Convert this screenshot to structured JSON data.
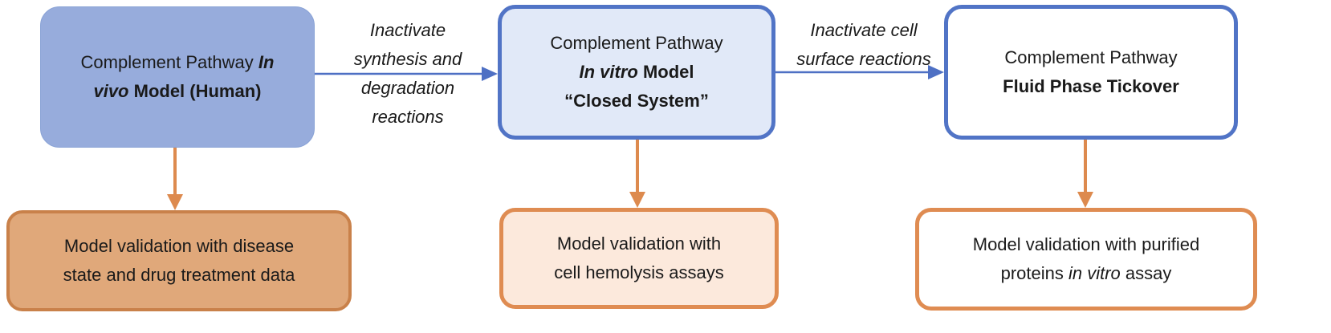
{
  "boxes": {
    "in_vivo": {
      "line1": "Complement Pathway ",
      "line1_italic": "In",
      "line2_italic": "vivo",
      "line2": " Model (Human)"
    },
    "in_vitro": {
      "line1": "Complement Pathway",
      "line2_italic": "In vitro",
      "line2": " Model",
      "line3": "“Closed System”"
    },
    "fluid_phase": {
      "line1": "Complement Pathway",
      "line2": "Fluid Phase Tickover"
    },
    "validation_disease": {
      "line1": "Model validation with disease",
      "line2": "state and drug treatment data"
    },
    "validation_hemolysis": {
      "line1": "Model validation with",
      "line2": "cell hemolysis assays"
    },
    "validation_purified": {
      "line1": "Model validation with purified",
      "line2_a": "proteins ",
      "line2_italic": "in vitro",
      "line2_b": " assay"
    }
  },
  "edge_labels": {
    "invivo_to_invitro": [
      "Inactivate",
      "synthesis and",
      "degradation",
      "reactions"
    ],
    "invitro_to_fluid": [
      "Inactivate cell",
      "surface reactions"
    ]
  },
  "colors": {
    "blue_edge": "#4e70c4",
    "orange_edge": "#dd8a4e",
    "in_vivo_fill": "#97acdc",
    "in_vitro_fill": "#e1e9f8",
    "disease_fill": "#e0a87a",
    "hemolysis_fill": "#fce9dc"
  }
}
